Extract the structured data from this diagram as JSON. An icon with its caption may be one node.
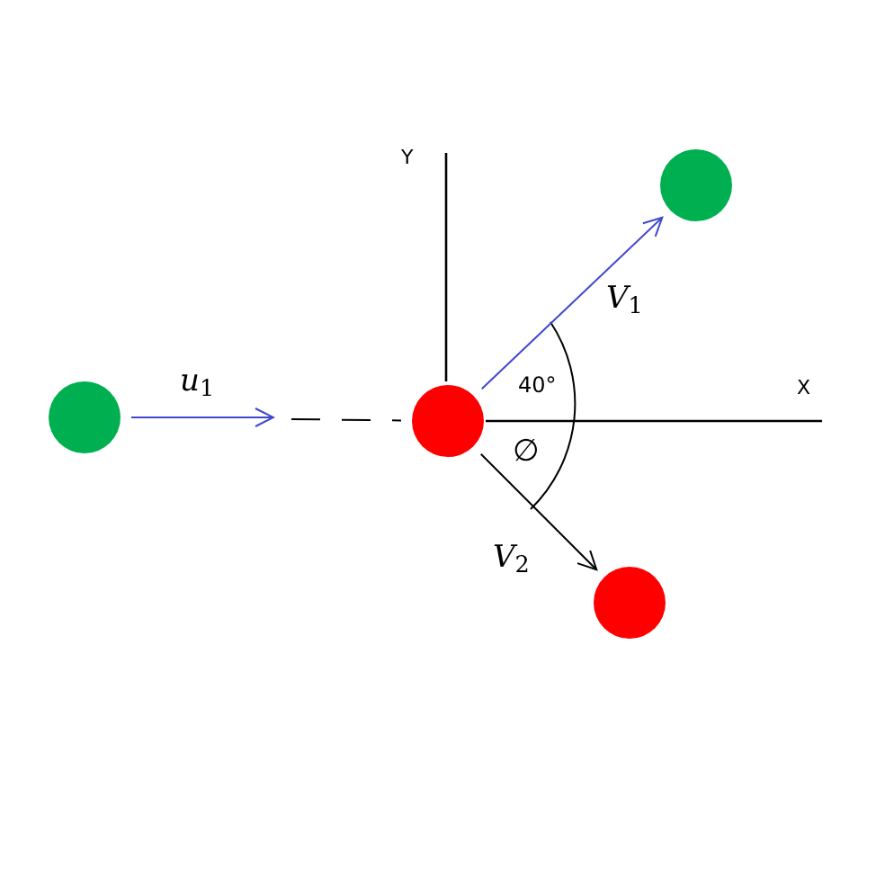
{
  "diagram": {
    "nodes": [
      {
        "text": [],
        "shape": "circle"
      },
      {
        "text": [],
        "shape": "circle"
      },
      {
        "text": [],
        "shape": "circle"
      },
      {
        "text": [],
        "shape": "circle"
      }
    ],
    "edges": [
      {
        "from": 0,
        "to": null,
        "arrow": "to",
        "label": "*u*$_{1}$",
        "color": "#3f48cc"
      },
      {
        "from": null,
        "to": 1,
        "arrow": "none",
        "style": "dashed",
        "color": "#000000"
      },
      {
        "from": 1,
        "to": 2,
        "arrow": "to",
        "label": "*V*$_{1}$",
        "color": "#3f48cc"
      },
      {
        "from": 1,
        "to": 3,
        "arrow": "to",
        "label": "*V*$_{2}$",
        "color": "#000000"
      }
    ],
    "labels": [
      "Y",
      "X",
      "40°",
      "∅"
    ]
  }
}
